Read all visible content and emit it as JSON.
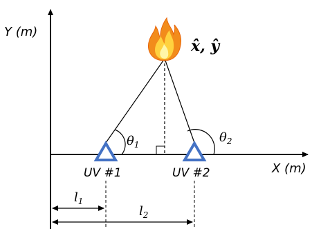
{
  "axes": {
    "y_label": "Y (m)",
    "x_label": "X (m)"
  },
  "fire": {
    "label": "x̂, ŷ",
    "icon": "fire-icon"
  },
  "sensors": [
    {
      "label": "UV #1"
    },
    {
      "label": "UV #2"
    }
  ],
  "angles": {
    "theta1": "θ",
    "theta1_sub": "1",
    "theta2": "θ",
    "theta2_sub": "2"
  },
  "distances": {
    "l1": "l",
    "l1_sub": "1",
    "l2": "l",
    "l2_sub": "2"
  },
  "colors": {
    "sensor_stroke": "#4472C4",
    "line": "#000000",
    "flame_outer": "#F28C1B",
    "flame_inner": "#FFD23F",
    "flame_core": "#FFF6A8"
  }
}
